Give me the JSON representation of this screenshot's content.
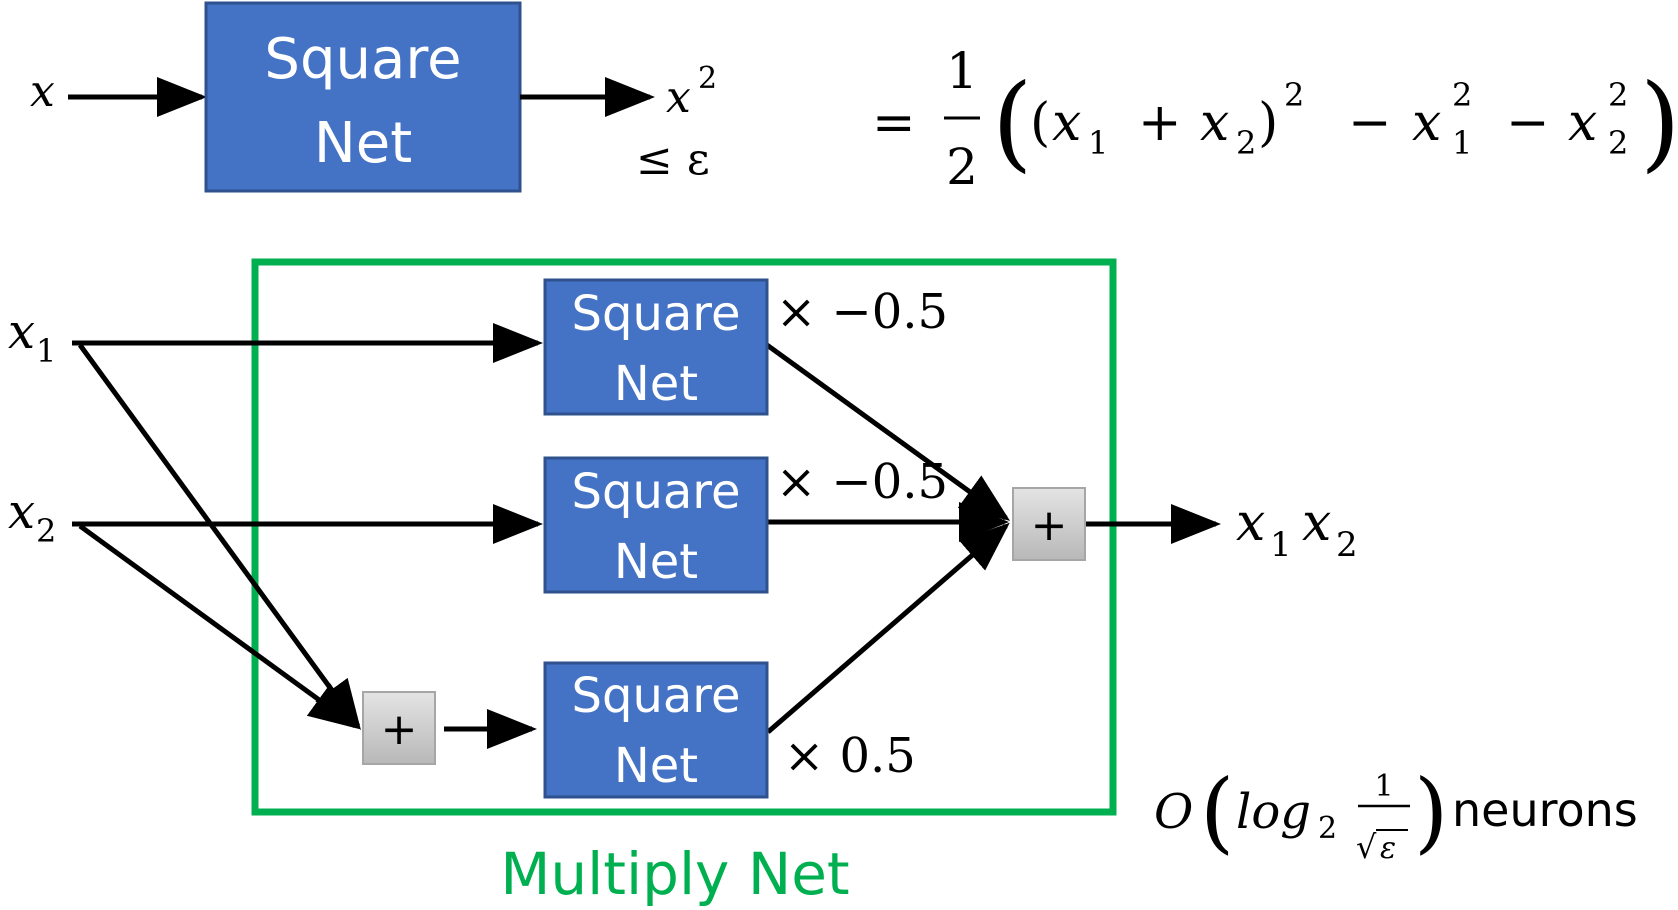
{
  "colors": {
    "box_fill": "#4472C4",
    "box_stroke": "#2F528F",
    "box_text": "#FFFFFF",
    "adder_fill": "#CFCFCF",
    "group_border": "#00B050",
    "group_label": "#00B050",
    "arrow": "#000000"
  },
  "top": {
    "input": "x",
    "box": {
      "line1": "Square",
      "line2": "Net"
    },
    "output_base": "x",
    "output_exp": "2",
    "error_bound": "≤ ε",
    "identity": {
      "equals": "=",
      "frac_num": "1",
      "frac_den": "2",
      "open_paren": "(",
      "inner_open": "(",
      "x1": "x",
      "x1_sub": "1",
      "plus": "+",
      "x2": "x",
      "x2_sub": "2",
      "inner_close": ")",
      "inner_sup": "2",
      "minus1": "−",
      "x1b": "x",
      "x1b_sub": "1",
      "x1b_sup": "2",
      "minus2": "−",
      "x2b": "x",
      "x2b_sub": "2",
      "x2b_sup": "2",
      "close_paren": ")"
    }
  },
  "multiply_net": {
    "label": "Multiply Net",
    "inputs": [
      {
        "base": "x",
        "sub": "1"
      },
      {
        "base": "x",
        "sub": "2"
      }
    ],
    "boxes": [
      {
        "line1": "Square",
        "line2": "Net",
        "weight": "× −0.5"
      },
      {
        "line1": "Square",
        "line2": "Net",
        "weight": "× −0.5"
      },
      {
        "line1": "Square",
        "line2": "Net",
        "weight": "× 0.5"
      }
    ],
    "input_adder": "+",
    "output_adder": "+",
    "output": {
      "a": "x",
      "a_sub": "1",
      "b": "x",
      "b_sub": "2"
    }
  },
  "complexity": {
    "big_o": "O",
    "open_paren": "(",
    "log": "log",
    "log_sub": "2",
    "frac_num": "1",
    "sqrt_symbol": "√",
    "sqrt_arg": "ε",
    "close_paren": ")",
    "unit": "neurons"
  }
}
